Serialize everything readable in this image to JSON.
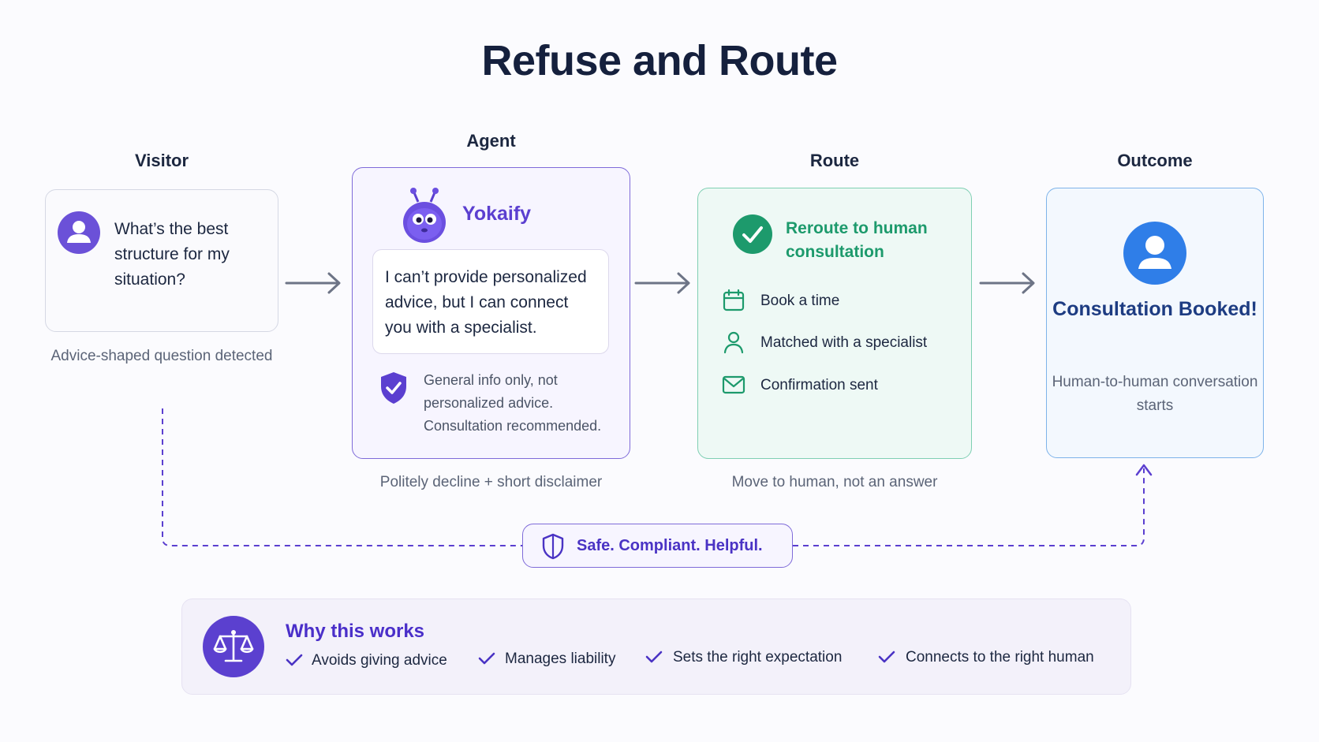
{
  "title": "Refuse and Route",
  "columns": {
    "visitor": "Visitor",
    "agent": "Agent",
    "route": "Route",
    "outcome": "Outcome"
  },
  "visitor": {
    "question": "What’s the best structure for my situation?",
    "caption": "Advice-shaped question detected"
  },
  "agent": {
    "name": "Yokaify",
    "reply": "I can’t provide personalized advice, but I can connect you with a specialist.",
    "disclaimer": "General info only, not personalized advice. Consultation recommended.",
    "caption": "Politely decline + short disclaimer"
  },
  "route": {
    "heading": "Reroute to human consultation",
    "items": [
      {
        "label": "Book a time",
        "icon": "calendar-icon"
      },
      {
        "label": "Matched with a specialist",
        "icon": "person-icon"
      },
      {
        "label": "Confirmation sent",
        "icon": "mail-icon"
      }
    ],
    "caption": "Move to human, not an answer"
  },
  "outcome": {
    "title": "Consultation Booked!",
    "subtitle": "Human-to-human conversation starts"
  },
  "badge": {
    "label": "Safe. Compliant. Helpful.",
    "icon": "shield-icon"
  },
  "why": {
    "title": "Why this works",
    "icon": "scales-icon",
    "items": [
      "Avoids giving advice",
      "Manages liability",
      "Sets the right expectation",
      "Connects to the right human"
    ]
  },
  "colors": {
    "agent_accent": "#5b3fd0",
    "route_accent": "#1d9a6c",
    "outcome_accent": "#2f7ee8",
    "text_dark": "#15203d"
  }
}
